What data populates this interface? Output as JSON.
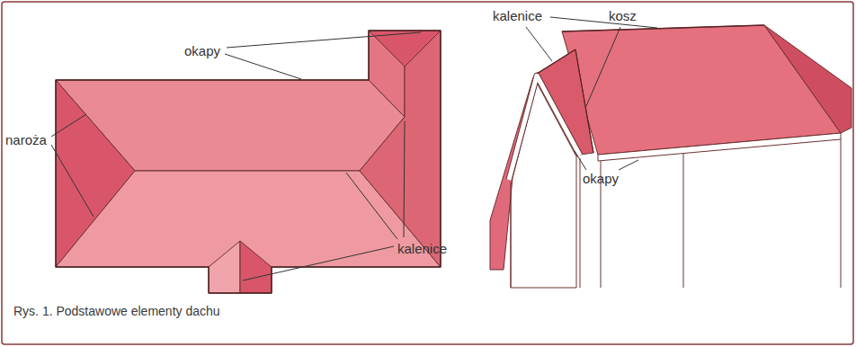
{
  "diagram": {
    "caption": "Rys. 1. Podstawowe elementy dachu",
    "labels": [
      "okapy",
      "naroża",
      "kalenice",
      "kalenice",
      "kosz",
      "okapy"
    ]
  }
}
